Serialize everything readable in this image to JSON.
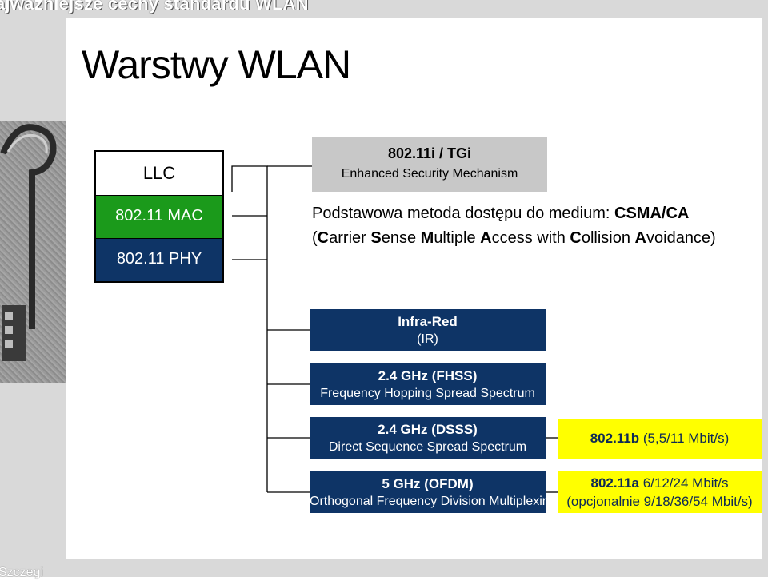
{
  "header": {
    "title": "ajważniejsze cechy standardu WLAN"
  },
  "footer": {
    "text": "Szczegi"
  },
  "slide_title": "Warstwy WLAN",
  "stack": {
    "llc": "LLC",
    "mac": "802.11 MAC",
    "phy": "802.11 PHY"
  },
  "security": {
    "title": "802.11i / TGi",
    "subtitle": "Enhanced Security Mechanism"
  },
  "mac_description": {
    "line1_prefix": "Podstawowa metoda dostępu do medium: ",
    "line1_bold": "CSMA/CA",
    "line2": [
      {
        "t": "(",
        "b": false
      },
      {
        "t": "C",
        "b": true
      },
      {
        "t": "arrier ",
        "b": false
      },
      {
        "t": "S",
        "b": true
      },
      {
        "t": "ense ",
        "b": false
      },
      {
        "t": "M",
        "b": true
      },
      {
        "t": "ultiple ",
        "b": false
      },
      {
        "t": "A",
        "b": true
      },
      {
        "t": "ccess with ",
        "b": false
      },
      {
        "t": "C",
        "b": true
      },
      {
        "t": "ollision ",
        "b": false
      },
      {
        "t": "A",
        "b": true
      },
      {
        "t": "voidance)",
        "b": false
      }
    ]
  },
  "phy_options": {
    "ir": {
      "title": "Infra-Red",
      "sub": "(IR)"
    },
    "fhss": {
      "title": "2.4 GHz (FHSS)",
      "sub": "Frequency Hopping Spread Spectrum"
    },
    "dsss": {
      "title": "2.4 GHz (DSSS)",
      "sub": "Direct Sequence Spread Spectrum"
    },
    "ofdm": {
      "title": "5 GHz (OFDM)",
      "sub": "Orthogonal Frequency Division Multiplexing"
    }
  },
  "standards": {
    "b": {
      "bold": "802.11b",
      "rest": " (5,5/11 Mbit/s)"
    },
    "a": {
      "bold": "802.11a",
      "rest": " 6/12/24 Mbit/s",
      "line2": "(opcjonalnie 9/18/36/54 Mbit/s)"
    }
  },
  "colors": {
    "navy": "#0e3466",
    "green": "#1b9a1b",
    "yellow": "#ffff00",
    "gray_panel": "#c8c8c8"
  }
}
